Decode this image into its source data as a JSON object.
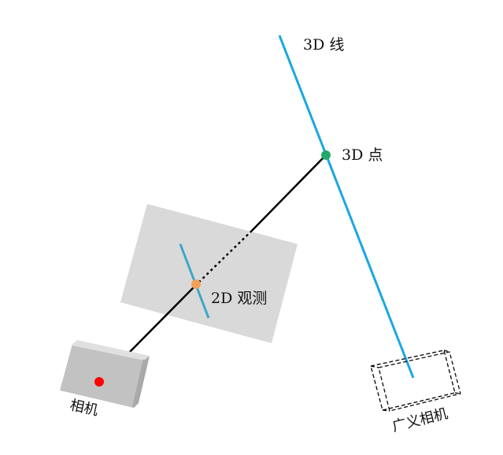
{
  "labels": {
    "line_3d": "3D 线",
    "point_3d": "3D 点",
    "observation_2d": "2D 观测",
    "camera": "相机",
    "generalized_camera": "广义相机"
  },
  "colors": {
    "line_3d": "#1aa7e0",
    "point_3d": "#22a86a",
    "observation_2d_point": "#f2a05a",
    "observation_2d_line": "#3aa8c8",
    "image_plane": "#d9d9d9",
    "camera_center": "#ff0000",
    "camera_body_front": "#c2c2c2",
    "camera_body_top": "#e0e0e0",
    "camera_body_side": "#a8a8a8",
    "ray": "#000000",
    "generalized_camera_outline": "#000000"
  }
}
